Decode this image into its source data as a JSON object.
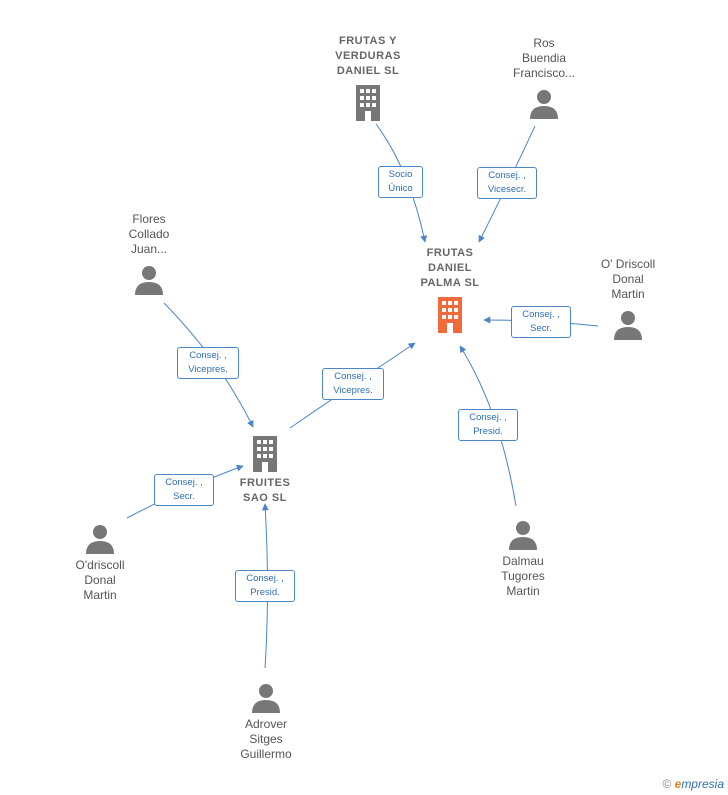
{
  "nodes": {
    "frutas_daniel_palma": {
      "label": "FRUTAS\nDANIEL\nPALMA  SL",
      "type": "company",
      "main": true,
      "color": "#f26a3a"
    },
    "frutas_verduras": {
      "label": "FRUTAS Y\nVERDURAS\nDANIEL  SL",
      "type": "company",
      "color": "#777777"
    },
    "fruites_sao": {
      "label": "FRUITES\nSAO  SL",
      "type": "company",
      "color": "#777777"
    },
    "ros_buendia": {
      "label": "Ros\nBuendia\nFrancisco...",
      "type": "person",
      "color": "#777777"
    },
    "flores_collado": {
      "label": "Flores\nCollado\nJuan...",
      "type": "person",
      "color": "#777777"
    },
    "odriscoll_right": {
      "label": "O' Driscoll\nDonal\nMartin",
      "type": "person",
      "color": "#777777"
    },
    "odriscoll_left": {
      "label": "O'driscoll\nDonal\nMartin",
      "type": "person",
      "color": "#777777"
    },
    "dalmau": {
      "label": "Dalmau\nTugores\nMartin",
      "type": "person",
      "color": "#777777"
    },
    "adrover": {
      "label": "Adrover\nSitges\nGuillermo",
      "type": "person",
      "color": "#777777"
    }
  },
  "edges": {
    "e1": {
      "label": "Socio\nÚnico"
    },
    "e2": {
      "label": "Consej. ,\nVicesecr."
    },
    "e3": {
      "label": "Consej. ,\nSecr."
    },
    "e4": {
      "label": "Consej. ,\nPresid."
    },
    "e5": {
      "label": "Consej. ,\nVicepres."
    },
    "e6": {
      "label": "Consej. ,\nVicepres."
    },
    "e7": {
      "label": "Consej. ,\nSecr."
    },
    "e8": {
      "label": "Consej. ,\nPresid."
    }
  },
  "colors": {
    "edge": "#4a86c8"
  },
  "footer": {
    "copyright": "©",
    "brand_e": "e",
    "brand_rest": "mpresia"
  }
}
